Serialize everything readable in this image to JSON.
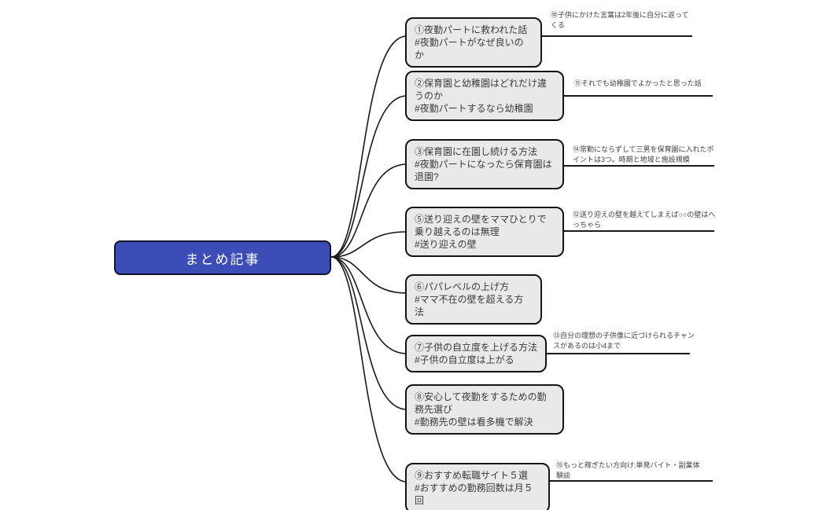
{
  "mindmap": {
    "root": {
      "label": "まとめ記事"
    },
    "topics": [
      {
        "title": "①夜勤パートに救われた話",
        "hashtag": "#夜勤パートがなぜ良いのか",
        "note": "⑩子供にかけた言葉は2年後に自分に返ってくる"
      },
      {
        "title": "②保育園と幼稚園はどれだけ違うのか",
        "hashtag": "#夜勤パートするなら幼稚園",
        "note": "⑪それでも幼稚園でよかったと思った話"
      },
      {
        "title": "③保育園に在園し続ける方法",
        "hashtag": "#夜勤パートになったら保育園は退園?",
        "note": "⑭常勤にならずして三男を保育園に入れたポイントは3つ。時期と地域と施設規模"
      },
      {
        "title": "⑤送り迎えの壁をママひとりで乗り越えるのは無理",
        "hashtag": "#送り迎えの壁",
        "note": "⑫送り迎えの壁を越えてしまえば○○の壁はへっちゃら"
      },
      {
        "title": "⑥パパレベルの上げ方",
        "hashtag": "#ママ不在の壁を超える方法"
      },
      {
        "title": "⑦子供の自立度を上げる方法",
        "hashtag": "#子供の自立度は上がる",
        "note": "⑬自分の理想の子供像に近づけられるチャンスがあるのは小4まで"
      },
      {
        "title": "⑧安心して夜勤をするための勤務先選び",
        "hashtag": "#勤務先の壁は看多機で解決"
      },
      {
        "title": "⑨おすすめ転職サイト５選",
        "hashtag": "#おすすめの勤務回数は月５回",
        "note": "⑮もっと稼ぎたい方向け:単発バイト・副業体験談"
      }
    ],
    "colors": {
      "root_fill": "#3d4db7",
      "root_text": "#ffffff",
      "topic_fill": "#e9e9e9",
      "border": "#141414",
      "line": "#1a1a1a",
      "note_text": "#3f3f3f",
      "background": "#ffffff"
    }
  }
}
